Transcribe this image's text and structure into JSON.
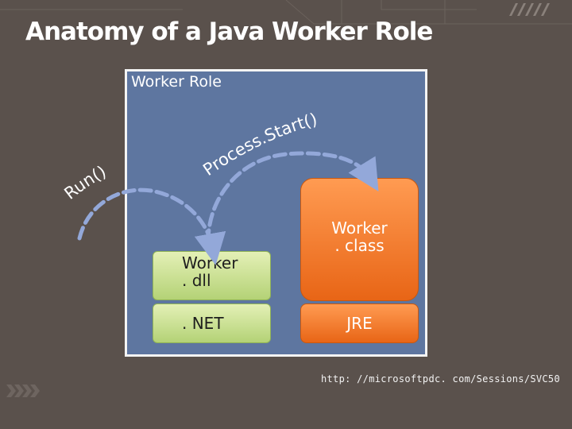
{
  "title": "Anatomy of a Java Worker Role",
  "worker_role_label": "Worker Role",
  "calls": {
    "run": "Run()",
    "process_start": "Process.Start()"
  },
  "blocks": {
    "worker_dll": [
      "Worker",
      ". dll"
    ],
    "dotnet": ". NET",
    "worker_class": [
      "Worker",
      ". class"
    ],
    "jre": "JRE"
  },
  "source_url": "http: //microsoftpdc. com/Sessions/SVC50",
  "colors": {
    "background": "#5a514c",
    "role_box": "#5e76a0",
    "arrow": "#93a8d9",
    "green_block": "#c8e08f",
    "orange_block": "#f2782a"
  }
}
